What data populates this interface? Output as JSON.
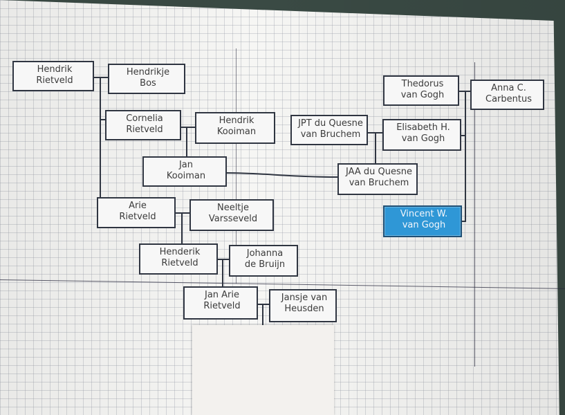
{
  "people": [
    {
      "id": "hendrik-rietveld",
      "line1": "Hendrik",
      "line2": "Rietveld"
    },
    {
      "id": "hendrikje-bos",
      "line1": "Hendrikje",
      "line2": "Bos"
    },
    {
      "id": "cornelia-rietveld",
      "line1": "Cornelia",
      "line2": "Rietveld"
    },
    {
      "id": "hendrik-kooiman",
      "line1": "Hendrik",
      "line2": "Kooiman"
    },
    {
      "id": "jan-kooiman",
      "line1": "Jan",
      "line2": "Kooiman"
    },
    {
      "id": "jpt-du-quesne-van-bruchem",
      "line1": "JPT du Quesne",
      "line2": "van Bruchem"
    },
    {
      "id": "jaa-du-quesne-van-bruchem",
      "line1": "JAA du Quesne",
      "line2": "van Bruchem"
    },
    {
      "id": "theodorus-van-gogh",
      "line1": "Thedorus",
      "line2": "van Gogh"
    },
    {
      "id": "anna-c-carbentus",
      "line1": "Anna C.",
      "line2": "Carbentus"
    },
    {
      "id": "elisabeth-h-van-gogh",
      "line1": "Elisabeth H.",
      "line2": "van Gogh"
    },
    {
      "id": "vincent-w-van-gogh",
      "line1": "Vincent W.",
      "line2": "van Gogh",
      "highlighted": true
    },
    {
      "id": "arie-rietveld",
      "line1": "Arie",
      "line2": "Rietveld"
    },
    {
      "id": "neeltje-varsseveld",
      "line1": "Neeltje",
      "line2": "Varsseveld"
    },
    {
      "id": "henderik-rietveld",
      "line1": "Henderik",
      "line2": "Rietveld"
    },
    {
      "id": "johanna-de-bruijn",
      "line1": "Johanna",
      "line2": "de Bruijn"
    },
    {
      "id": "jan-arie-rietveld",
      "line1": "Jan Arie",
      "line2": "Rietveld"
    },
    {
      "id": "jansje-van-heusden",
      "line1": "Jansje van",
      "line2": "Heusden"
    }
  ],
  "colors": {
    "box_border": "#2f3541",
    "box_fill": "#f7f7f7",
    "highlight_fill": "#2f97d6",
    "line": "#2f3541"
  }
}
